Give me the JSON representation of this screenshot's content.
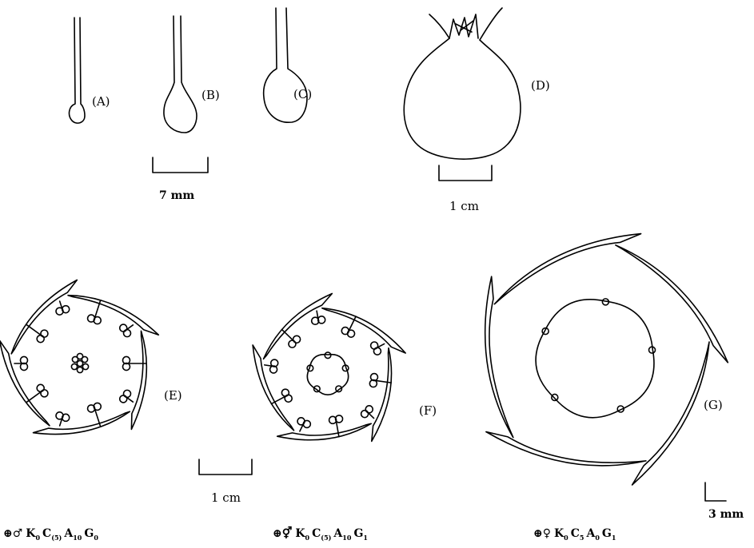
{
  "panel_labels": {
    "a": "(A)",
    "b": "(B)",
    "c": "(C)",
    "d": "(D)",
    "e": "(E)",
    "f": "(F)",
    "g": "(G)"
  },
  "scale_bars": {
    "top_left": "7 mm",
    "top_right": "1 cm",
    "bottom_middle": "1 cm",
    "bottom_right": "3 mm"
  },
  "formulas": {
    "e": {
      "symbols": "⊕♂",
      "k": "K",
      "k_sub": "0",
      "c": "C",
      "c_sub": "(5)",
      "a": "A",
      "a_sub": "10",
      "g": "G",
      "g_sub": "0"
    },
    "f": {
      "symbols": "⊕⚥",
      "k": "K",
      "k_sub": "0",
      "c": "C",
      "c_sub": "(5)",
      "a": "A",
      "a_sub": "10",
      "g": "G",
      "g_sub": "1"
    },
    "g": {
      "symbols": "⊕♀",
      "k": "K",
      "k_sub": "0",
      "c": "C",
      "c_sub": "5",
      "a": "A",
      "a_sub": "0",
      "g": "G",
      "g_sub": "1"
    }
  }
}
